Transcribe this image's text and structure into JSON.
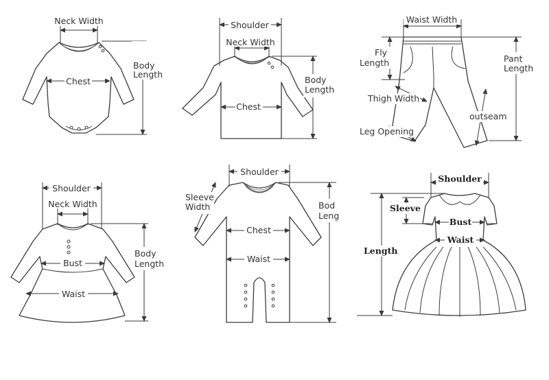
{
  "panels": {
    "bodysuit": {
      "neck_width": "Neck Width",
      "chest": "Chest",
      "body_length_1": "Body",
      "body_length_2": "Length"
    },
    "tee": {
      "shoulder": "Shoulder",
      "neck_width": "Neck Width",
      "chest": "Chest",
      "body_length_1": "Body",
      "body_length_2": "Length"
    },
    "pants": {
      "waist_width": "Waist Width",
      "fly_length_1": "Fly",
      "fly_length_2": "Length",
      "pant_length_1": "Pant",
      "pant_length_2": "Length",
      "thigh_width": "Thigh Width",
      "outseam": "outseam",
      "leg_opening": "Leg Opening"
    },
    "dress_top": {
      "shoulder": "Shoulder",
      "neck_width": "Neck Width",
      "bust": "Bust",
      "waist": "Waist",
      "body_length_1": "Body",
      "body_length_2": "Length"
    },
    "romper": {
      "shoulder": "Shoulder",
      "sleeve_width_1": "Sleeve",
      "sleeve_width_2": "Width",
      "chest": "Chest",
      "waist": "Waist",
      "body_length_1": "Bod",
      "body_length_2": "Leng"
    },
    "dress": {
      "shoulder": "Shoulder",
      "sleeve": "Sleeve",
      "bust": "Bust",
      "waist": "Waist",
      "length": "Length"
    }
  },
  "colors": {
    "line": "#3a3a3a",
    "text": "#333333",
    "background": "#ffffff"
  }
}
